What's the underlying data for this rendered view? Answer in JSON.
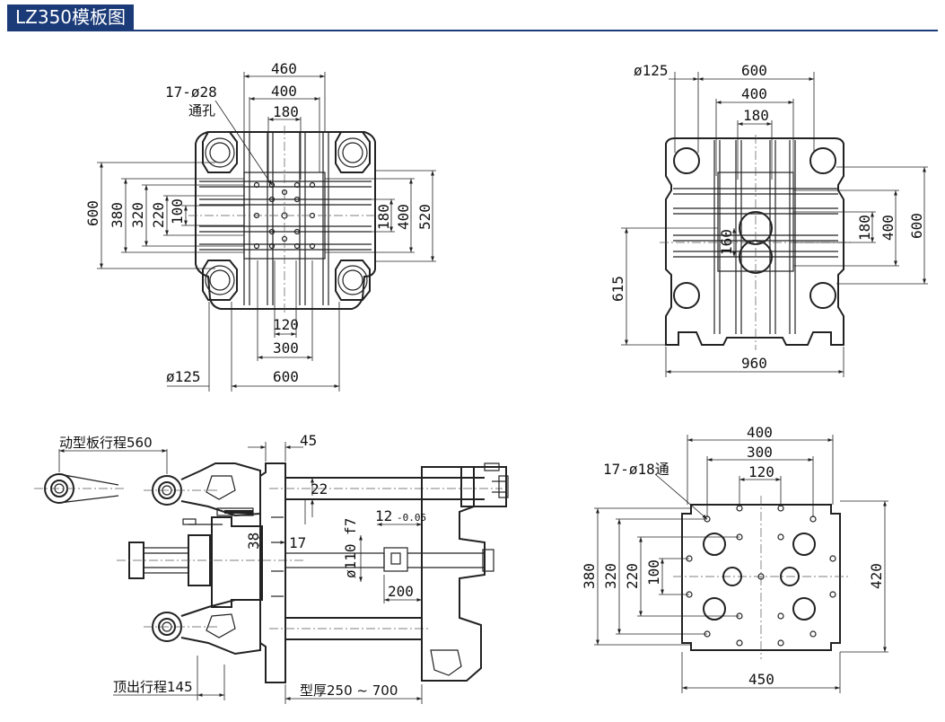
{
  "title": "LZ350模板图",
  "front_view": {
    "holes_note_1": "17-ø28",
    "holes_note_2": "通孔",
    "dims": {
      "w460": "460",
      "w400": "400",
      "w180": "180",
      "h600": "600",
      "h380": "380",
      "h320": "320",
      "h220": "220",
      "h100": "100",
      "r180": "180",
      "r400": "400",
      "r520": "520",
      "b120": "120",
      "b300": "300",
      "b600": "600",
      "tie": "ø125"
    }
  },
  "rear_view": {
    "dims": {
      "tie": "ø125",
      "w600": "600",
      "w400": "400",
      "w180": "180",
      "r180": "180",
      "r400": "400",
      "r600": "600",
      "c160": "160",
      "h615": "615",
      "b960": "960"
    }
  },
  "side_view": {
    "labels": {
      "stroke": "动型板行程560",
      "d45": "45",
      "d22": "22",
      "d38": "38",
      "d17": "17",
      "d12": "12",
      "d12_tol": "-0.05",
      "shaft": "ø110 f7",
      "d200": "200",
      "ejector": "顶出行程145",
      "mold": "型厚250 ~ 700"
    }
  },
  "mold_plate": {
    "holes_note": "17-ø18通",
    "dims": {
      "w400": "400",
      "w300": "300",
      "w120": "120",
      "h380": "380",
      "h320": "320",
      "h220": "220",
      "h100": "100",
      "r420": "420",
      "b450": "450"
    }
  }
}
